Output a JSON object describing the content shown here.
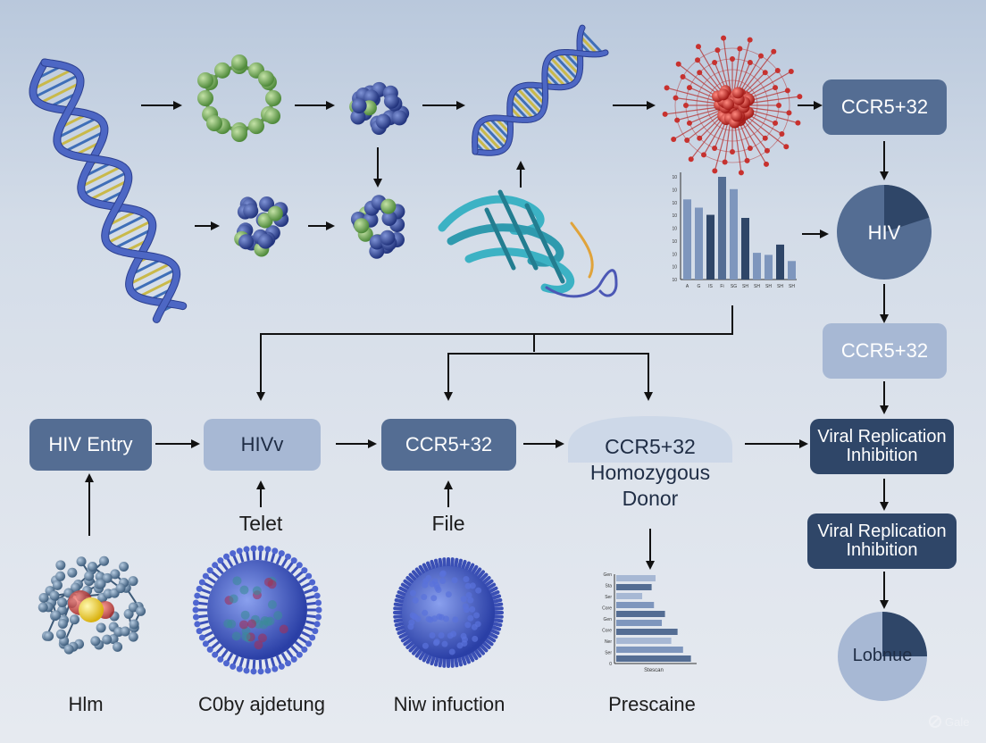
{
  "nodes": {
    "ccr5_top": "CCR5+32",
    "hiv_circle": "HIV",
    "ccr5_mid": "CCR5+32",
    "hiv_entry": "HIV Entry",
    "hivv": "HIVv",
    "ccr5_row": "CCR5+32",
    "donor_line1": "CCR5+32",
    "donor_line2": "Homozygous",
    "donor_line3": "Donor",
    "viral_1_line1": "Viral Replication",
    "viral_1_line2": "Inhibition",
    "viral_2_line1": "Viral Replication",
    "viral_2_line2": "Inhibition",
    "lobnue": "Lobnue"
  },
  "labels": {
    "telet": "Telet",
    "file": "File",
    "hlm": "Hlm",
    "c0by": "C0by ajdetung",
    "niw": "Niw infuction",
    "prescaine": "Prescaine"
  },
  "colors": {
    "dark_box": "#546d93",
    "light_box": "#a7b8d4",
    "navy_box": "#2f4668",
    "dna_blue": "#3d55a8",
    "dna_rung": "#c9b94a",
    "virus_red": "#c8312e",
    "protein_teal": "#3cb2c4"
  },
  "chart_top": {
    "y_ticks": [
      "10",
      "10",
      "10",
      "10",
      "10",
      "10",
      "10",
      "10",
      "10"
    ],
    "x_ticks": [
      "A",
      "G",
      "IS",
      "Fi",
      "SG",
      "SH",
      "SH",
      "SH",
      "SH",
      "SH"
    ],
    "values": [
      0.78,
      0.7,
      0.63,
      1.0,
      0.88,
      0.6,
      0.26,
      0.24,
      0.34,
      0.18
    ],
    "tones": [
      "#7e96bd",
      "#7e96bd",
      "#2f4668",
      "#546d93",
      "#7e96bd",
      "#2f4668",
      "#7e96bd",
      "#7e96bd",
      "#2f4668",
      "#7e96bd"
    ]
  },
  "chart_bottom": {
    "y_ticks": [
      "Gen",
      "Sta",
      "Ser",
      "Core",
      "Gen",
      "Core",
      "Ner",
      "Ser",
      "0"
    ],
    "xlabel": "Stescan",
    "values": [
      0.5,
      0.45,
      0.33,
      0.48,
      0.62,
      0.58,
      0.78,
      0.7,
      0.85,
      0.95
    ],
    "tones": [
      "#a7b8d4",
      "#546d93",
      "#a7b8d4",
      "#7e96bd",
      "#546d93",
      "#7e96bd",
      "#546d93",
      "#a7b8d4",
      "#7e96bd",
      "#546d93"
    ]
  },
  "pie_hiv": {
    "label": "HIV",
    "slice": 0.2
  },
  "pie_lobnue": {
    "label": "Lobnue",
    "slice": 0.25
  }
}
